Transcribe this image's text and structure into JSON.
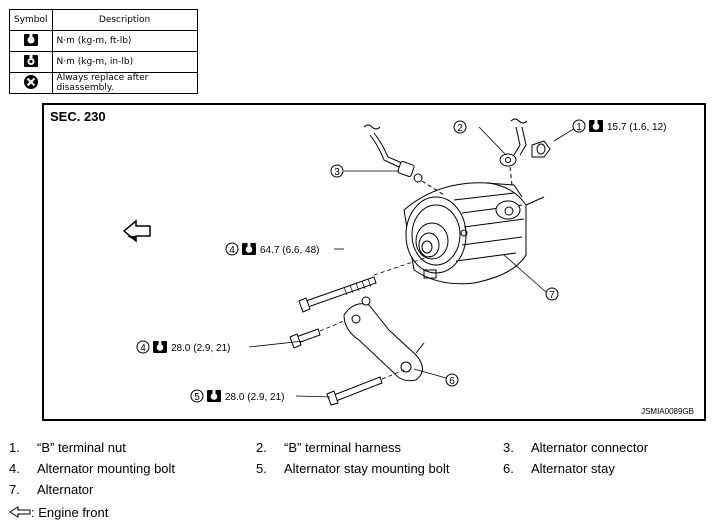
{
  "legend": {
    "header_symbol": "Symbol",
    "header_description": "Description",
    "rows": [
      {
        "icon": "torque-nm-kgm-ftlb-icon",
        "description": "N·m (kg-m, ft-lb)"
      },
      {
        "icon": "torque-nm-kgm-inlb-icon",
        "description": "N·m (kg-m, in-lb)"
      },
      {
        "icon": "always-replace-icon",
        "description": "Always replace after disassembly."
      }
    ]
  },
  "diagram": {
    "section": "SEC. 230",
    "code": "JSMIA0089GB",
    "callouts": {
      "c1": {
        "num": "1",
        "torque": "15.7 (1.6, 12)"
      },
      "c2": {
        "num": "2"
      },
      "c3": {
        "num": "3"
      },
      "c4a": {
        "num": "4",
        "torque": "64.7 (6.6, 48)"
      },
      "c4b": {
        "num": "4",
        "torque": "28.0 (2.9, 21)"
      },
      "c5": {
        "num": "5",
        "torque": "28.0 (2.9, 21)"
      },
      "c6": {
        "num": "6"
      },
      "c7": {
        "num": "7"
      }
    }
  },
  "parts": [
    {
      "num": "1.",
      "name": "“B” terminal nut"
    },
    {
      "num": "2.",
      "name": "“B” terminal harness"
    },
    {
      "num": "3.",
      "name": "Alternator connector"
    },
    {
      "num": "4.",
      "name": "Alternator mounting bolt"
    },
    {
      "num": "5.",
      "name": "Alternator stay mounting bolt"
    },
    {
      "num": "6.",
      "name": "Alternator stay"
    },
    {
      "num": "7.",
      "name": "Alternator"
    }
  ],
  "engine_front_label": ": Engine front"
}
